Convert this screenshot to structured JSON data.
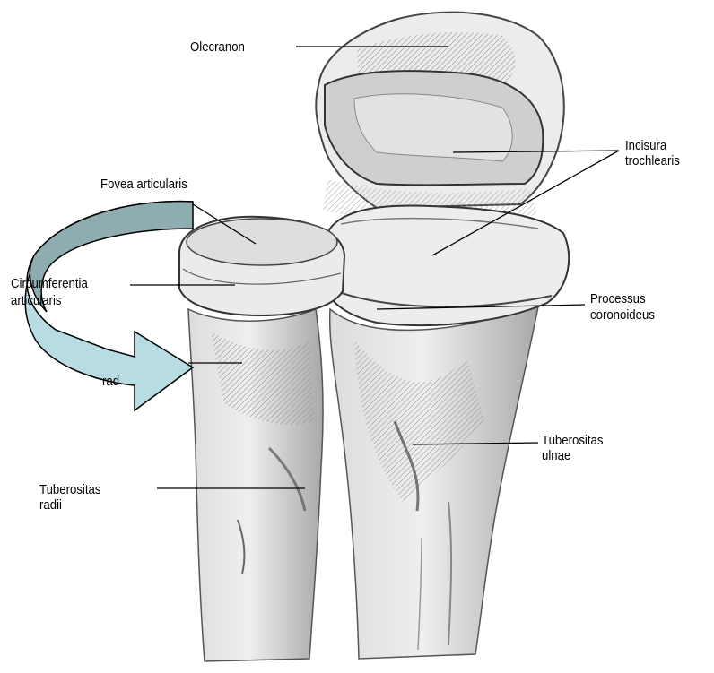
{
  "labels": {
    "olecranon": "Olecranon",
    "incisura_1": "Incisura",
    "incisura_2": "trochlearis",
    "fovea": "Fovea articularis",
    "circumferentia_1": "Circumferentia",
    "circumferentia_2": "articularis",
    "processus_1": "Processus",
    "processus_2": "coronoideus",
    "collum_partial": "rad",
    "tuberositas_ulnae_1": "Tuberositas",
    "tuberositas_ulnae_2": "ulnae",
    "tuberositas_radii_1": "Tuberositas",
    "tuberositas_radii_2": "radii"
  },
  "colors": {
    "bone_fill": "#eeeeee",
    "bone_shade": "#bdbdbd",
    "bone_dark": "#6e6e6e",
    "arrow_dark": "#8fadb0",
    "arrow_light": "#b7dde3",
    "line": "#000000"
  }
}
